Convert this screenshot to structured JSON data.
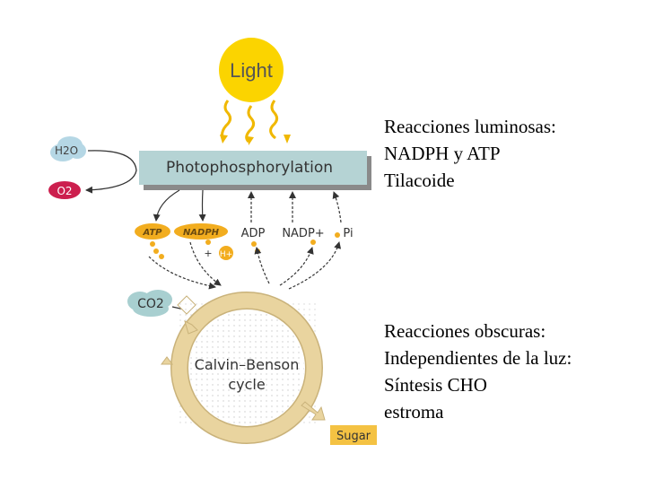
{
  "diagram": {
    "sun_label": "Light",
    "stage_label": "Photophosphorylation",
    "water": "H2O",
    "oxygen": "O2",
    "carbon_dioxide": "CO2",
    "atp": "ATP",
    "nadph": "NADPH",
    "adp": "ADP",
    "nadp_plus": "NADP+",
    "pi": "Pi",
    "proton": "H+",
    "plus_sign": "+",
    "cycle_line1": "Calvin–Benson",
    "cycle_line2": "cycle",
    "sugar": "Sugar"
  },
  "notes": {
    "light_reactions": [
      "Reacciones luminosas:",
      "NADPH y ATP",
      "Tilacoide"
    ],
    "dark_reactions": [
      "Reacciones obscuras:",
      "Independientes de la luz:",
      "Síntesis CHO",
      "estroma"
    ]
  },
  "colors": {
    "sun": "#fbd400",
    "stage_box": "#b5d3d4",
    "cycle_ring": "#e9d49f",
    "atp_nadph_badge": "#f2ad1f",
    "oxygen_badge": "#cc1f4e",
    "water_badge": "#b5d7e5",
    "co2_badge": "#a8cfd0",
    "sugar_box": "#f4c243"
  }
}
